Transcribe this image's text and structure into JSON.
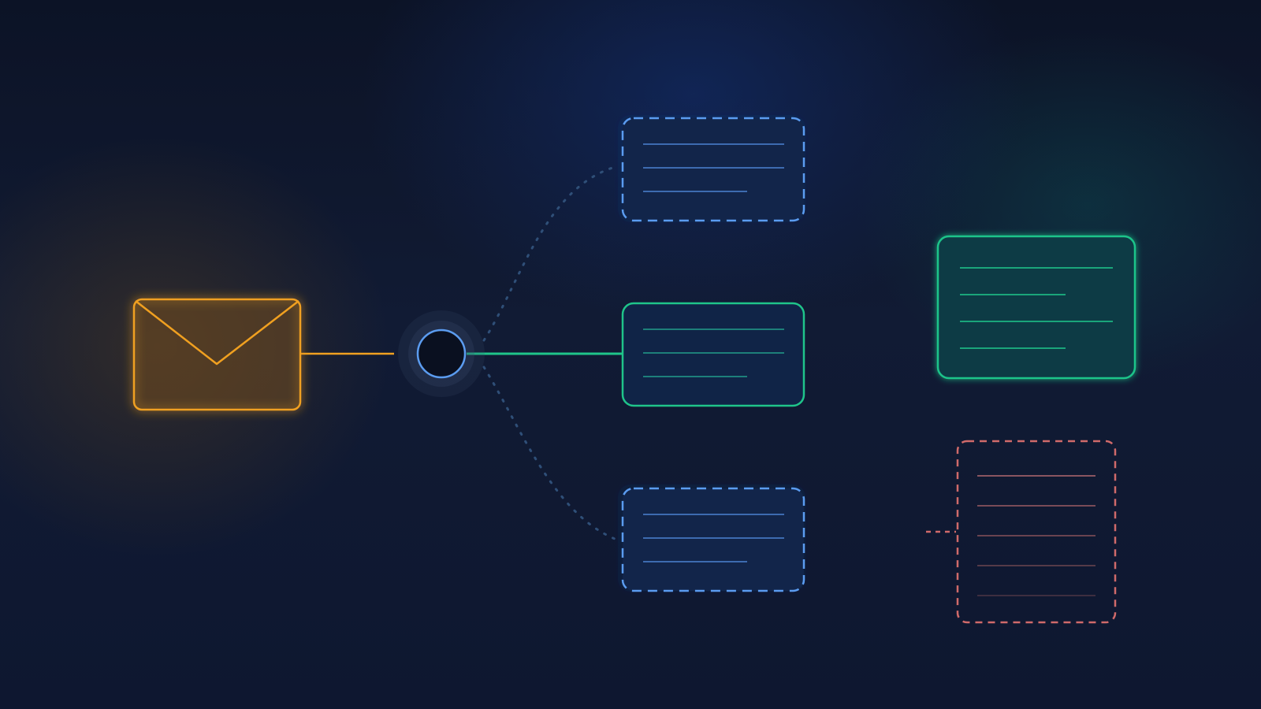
{
  "diagram": {
    "nodes": [
      {
        "id": "email-source",
        "kind": "envelope",
        "style": "solid",
        "color": "#f0a020"
      },
      {
        "id": "router",
        "kind": "circle",
        "style": "solid",
        "color": "#5b9cf0"
      },
      {
        "id": "option-top",
        "kind": "card",
        "style": "dashed",
        "color": "#5b9cf0",
        "lines": 3
      },
      {
        "id": "option-middle",
        "kind": "card",
        "style": "solid",
        "color": "#1fc48a",
        "lines": 3
      },
      {
        "id": "option-bottom",
        "kind": "card",
        "style": "dashed",
        "color": "#5b9cf0",
        "lines": 3
      },
      {
        "id": "result-success",
        "kind": "card",
        "style": "solid",
        "color": "#1fc48a",
        "lines": 4
      },
      {
        "id": "result-failure",
        "kind": "card",
        "style": "dashed",
        "color": "#d06a6a",
        "lines": 5
      }
    ],
    "edges": [
      {
        "from": "email-source",
        "to": "router",
        "style": "solid",
        "color": "#f0a020"
      },
      {
        "from": "router",
        "to": "option-top",
        "style": "dotted",
        "color": "#2f4f78"
      },
      {
        "from": "router",
        "to": "option-middle",
        "style": "solid",
        "color": "#1fc48a"
      },
      {
        "from": "router",
        "to": "option-bottom",
        "style": "dotted",
        "color": "#2f4f78"
      },
      {
        "from": "result-failure",
        "to": "",
        "style": "dashed-stub",
        "color": "#d06a6a"
      }
    ]
  },
  "colors": {
    "background": "#0d1428",
    "accent_orange": "#f0a020",
    "accent_blue": "#5b9cf0",
    "accent_green": "#1fc48a",
    "accent_red": "#d06a6a"
  }
}
